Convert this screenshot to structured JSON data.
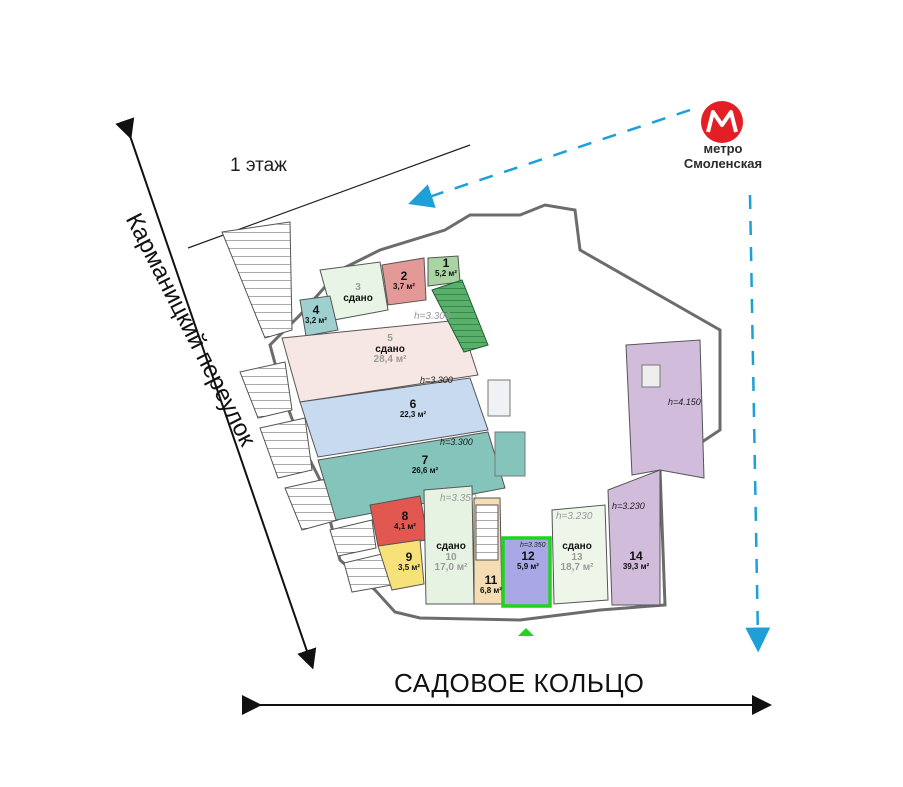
{
  "plan": {
    "floor_label": "1 этаж",
    "metro": {
      "word": "метро",
      "station": "Смоленская",
      "color": "#e31e24"
    },
    "streets": {
      "bottom": "САДОВОЕ КОЛЬЦО",
      "left": "Карманицкий переулок"
    },
    "rooms": [
      {
        "id": "1",
        "number": "1",
        "area": "5,2 м²",
        "color": "#a8d5a2"
      },
      {
        "id": "2",
        "number": "2",
        "area": "3,7 м²",
        "color": "#e39a96"
      },
      {
        "id": "3",
        "number": "3",
        "status": "сдано",
        "color": "#e8f5e6"
      },
      {
        "id": "4",
        "number": "4",
        "area": "3,2 м²",
        "color": "#9fcfcf"
      },
      {
        "id": "5",
        "number": "5",
        "area": "28,4 м²",
        "status": "сдано",
        "height": "h=3.300",
        "color": "#f6e6e4"
      },
      {
        "id": "6",
        "number": "6",
        "area": "22,3 м²",
        "height": "h=3.300",
        "color": "#c7daf0"
      },
      {
        "id": "7",
        "number": "7",
        "area": "26,6 м²",
        "height": "h=3.300",
        "color": "#84c4bb"
      },
      {
        "id": "8",
        "number": "8",
        "area": "4,1 м²",
        "color": "#e2574f"
      },
      {
        "id": "9",
        "number": "9",
        "area": "3,5 м²",
        "color": "#f7e27a"
      },
      {
        "id": "10",
        "number": "10",
        "area": "17,0 м²",
        "status": "сдано",
        "height": "h=3.350",
        "color": "#e6f3e2"
      },
      {
        "id": "11",
        "number": "11",
        "area": "6,8 м²",
        "color": "#f4dcb3"
      },
      {
        "id": "12",
        "number": "12",
        "area": "5,9 м²",
        "height": "h=3.350",
        "color": "#a9a7e6",
        "highlight": "#1fd31f"
      },
      {
        "id": "13",
        "number": "13",
        "area": "18,7 м²",
        "status": "сдано",
        "height": "h=3.230",
        "color": "#eef6ea"
      },
      {
        "id": "14",
        "number": "14",
        "area": "39,3 м²",
        "height": "h=4.150",
        "height_2": "h=3.230",
        "color": "#d2bcdc"
      }
    ],
    "stair_color": "#58b06b",
    "route_color": "#1e9fd8",
    "entrance_color": "#1fd31f"
  }
}
